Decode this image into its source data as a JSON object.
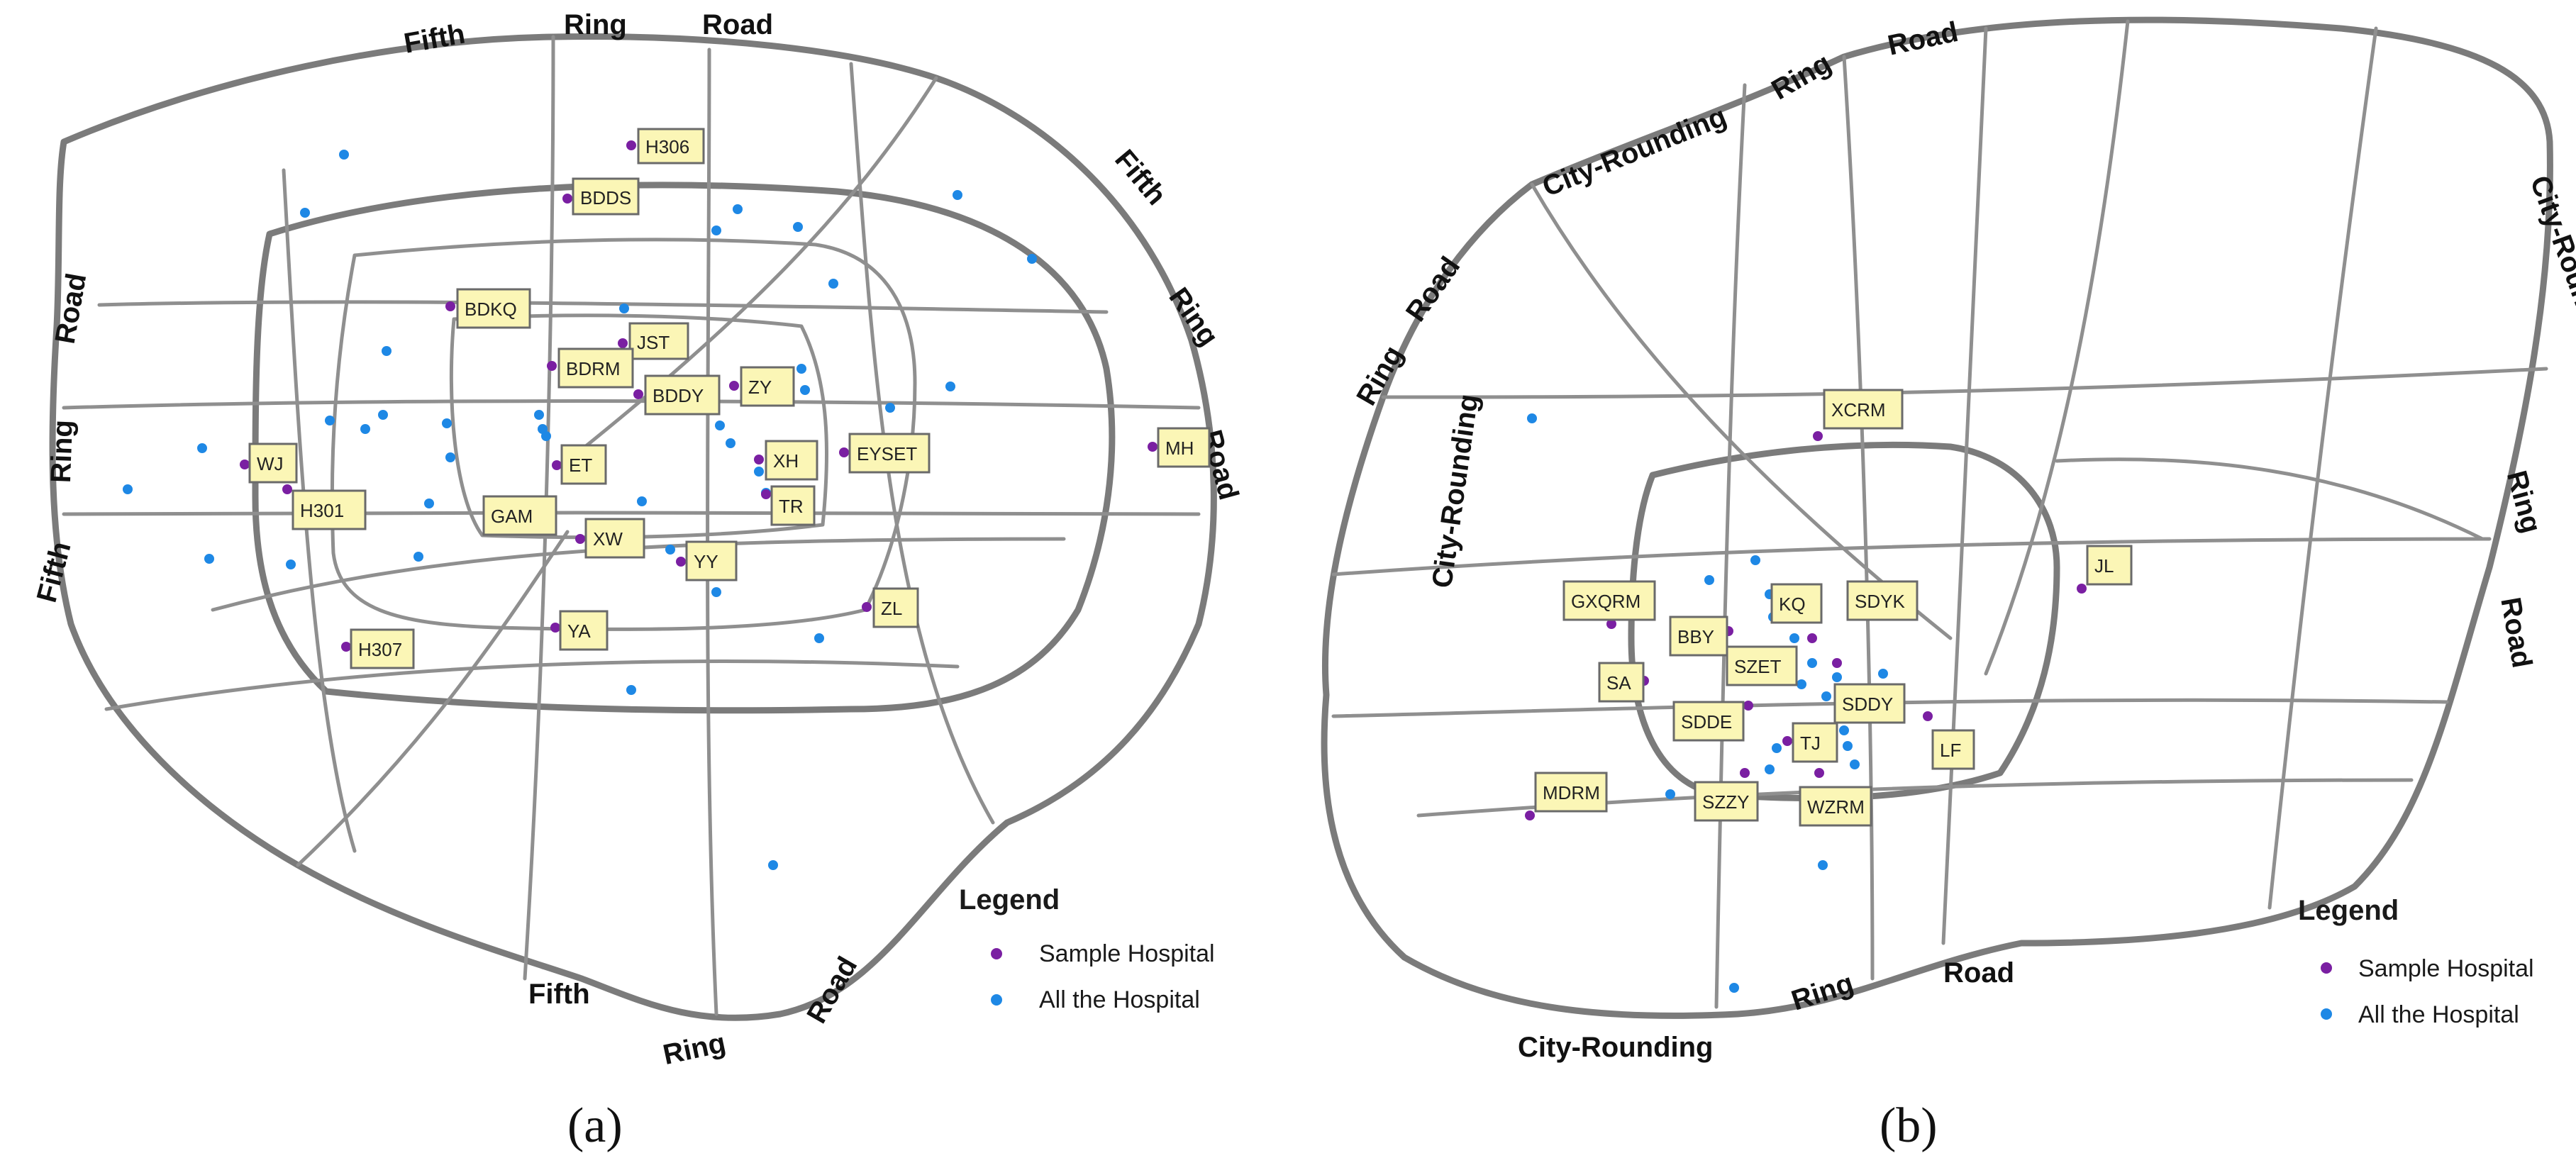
{
  "panel_a": {
    "caption": "(a)",
    "road_labels": [
      "Fifth",
      "Ring",
      "Road",
      "Fifth",
      "Ring",
      "Road",
      "Fifth",
      "Ring",
      "Road",
      "Fifth",
      "Ring",
      "Road"
    ],
    "hospitals": [
      "H306",
      "BDDS",
      "BDKQ",
      "JST",
      "BDRM",
      "BDDY",
      "ZY",
      "XH",
      "EYSET",
      "MH",
      "WJ",
      "H301",
      "ET",
      "TR",
      "GAM",
      "XW",
      "YY",
      "ZL",
      "YA",
      "H307"
    ],
    "legend": {
      "title": "Legend",
      "sample": "Sample Hospital",
      "all": "All the Hospital"
    }
  },
  "panel_b": {
    "caption": "(b)",
    "road_labels": [
      "City-Rounding",
      "Ring",
      "Road",
      "City-Rounding",
      "Ring",
      "Road",
      "City-Rounding",
      "Ring",
      "Road",
      "City-Rounding",
      "Ring",
      "Road"
    ],
    "hospitals": [
      "XCRM",
      "JL",
      "GXQRM",
      "KQ",
      "SDYK",
      "BBY",
      "SZET",
      "SA",
      "SDDY",
      "SDDE",
      "TJ",
      "LF",
      "MDRM",
      "SZZY",
      "WZRM"
    ],
    "legend": {
      "title": "Legend",
      "sample": "Sample Hospital",
      "all": "All the Hospital"
    }
  },
  "colors": {
    "sample_marker": "#7a1fa2",
    "all_marker": "#1e88e5",
    "label_box": "#fbf6b6",
    "road": "#8f8f8f"
  }
}
